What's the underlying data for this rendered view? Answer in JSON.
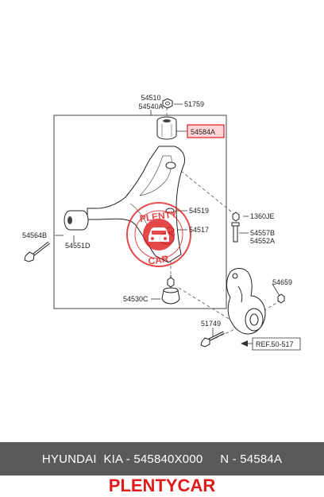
{
  "diagram": {
    "labels": {
      "p54510": "54510",
      "p54540A": "54540A",
      "p51759": "51759",
      "p54584A": "54584A",
      "p54519": "54519",
      "p1360JE": "1360JE",
      "p54517": "54517",
      "p54557B": "54557B",
      "p54552A": "54552A",
      "p54564B": "54564B",
      "p54551D": "54551D",
      "p54659": "54659",
      "p54530C": "54530C",
      "p51749": "51749",
      "ref": "REF.50-517"
    },
    "highlight_color": "#e31b23"
  },
  "watermark": {
    "text_top": "PLENTY",
    "text_bottom": "CAR",
    "color": "#e02020"
  },
  "footer": {
    "text": "HYUNDAI  KIA - 545840X000     N - 54584A"
  },
  "brand": {
    "text": "PLENTYCAR"
  }
}
